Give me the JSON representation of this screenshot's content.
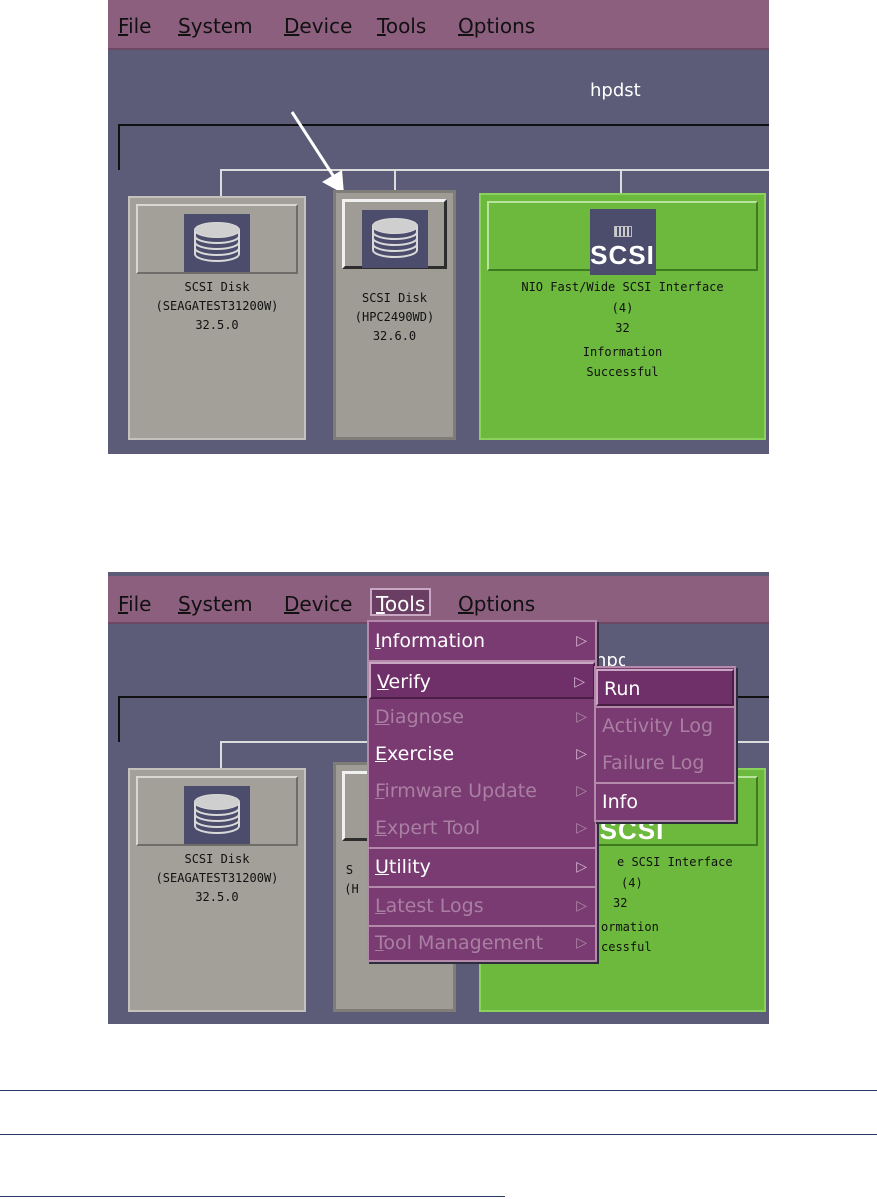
{
  "menubar": {
    "items": [
      {
        "label": "File",
        "accel": "F",
        "rest": "ile"
      },
      {
        "label": "System",
        "accel": "S",
        "rest": "ystem"
      },
      {
        "label": "Device",
        "accel": "D",
        "rest": "evice"
      },
      {
        "label": "Tools",
        "accel": "T",
        "rest": "ools"
      },
      {
        "label": "Options",
        "accel": "O",
        "rest": "ptions"
      }
    ]
  },
  "host": {
    "name": "hpdst",
    "partial": "hpdst"
  },
  "tiles": [
    {
      "title": "SCSI Disk",
      "model": "(SEAGATEST31200W)",
      "address": "32.5.0",
      "icon": "disk-stack-icon"
    },
    {
      "title": "SCSI Disk",
      "model": "(HPC2490WD)",
      "address": "32.6.0",
      "icon": "disk-stack-icon"
    },
    {
      "title": "NIO Fast/Wide SCSI Interface",
      "instance": "(4)",
      "address": "32",
      "status1": "Information",
      "status2": "Successful",
      "logo": "SCSI",
      "icon": "scsi-icon"
    }
  ],
  "tiles_partial": {
    "disk2_title": "S",
    "disk2_model": "(H",
    "iface_title": "e SCSI  Interface",
    "iface_instance": "(4)",
    "iface_address": "32",
    "iface_status1": "ormation",
    "iface_status2": "cessful",
    "logo": "SCSI"
  },
  "tools_menu": {
    "items": [
      {
        "label": "Information",
        "accel": "I",
        "rest": "nformation",
        "enabled": true
      },
      {
        "label": "Verify",
        "accel": "V",
        "rest": "erify",
        "enabled": true
      },
      {
        "label": "Diagnose",
        "accel": "D",
        "rest": "iagnose",
        "enabled": false
      },
      {
        "label": "Exercise",
        "accel": "E",
        "rest": "xercise",
        "enabled": true
      },
      {
        "label": "Firmware Update",
        "accel": "F",
        "rest": "irmware Update",
        "enabled": false
      },
      {
        "label": "Expert Tool",
        "accel": "E",
        "rest": "xpert Tool",
        "enabled": false
      },
      {
        "label": "Utility",
        "accel": "U",
        "rest": "tility",
        "enabled": true
      },
      {
        "label": "Latest Logs",
        "accel": "L",
        "rest": "atest Logs",
        "enabled": false
      },
      {
        "label": "Tool Management",
        "accel": "T",
        "rest": "ool Management",
        "enabled": false
      }
    ],
    "arrow": "▷"
  },
  "verify_submenu": {
    "items": [
      {
        "label": "Run",
        "enabled": true
      },
      {
        "label": "Activity Log",
        "enabled": false
      },
      {
        "label": "Failure Log",
        "enabled": false
      },
      {
        "label": "Info",
        "enabled": true
      }
    ]
  },
  "colors": {
    "background": "#5c5c78",
    "menubar": "#8c5f7e",
    "tile": "#a3a099",
    "tile_success": "#6cb93d",
    "dropdown": "#7a3b72"
  }
}
